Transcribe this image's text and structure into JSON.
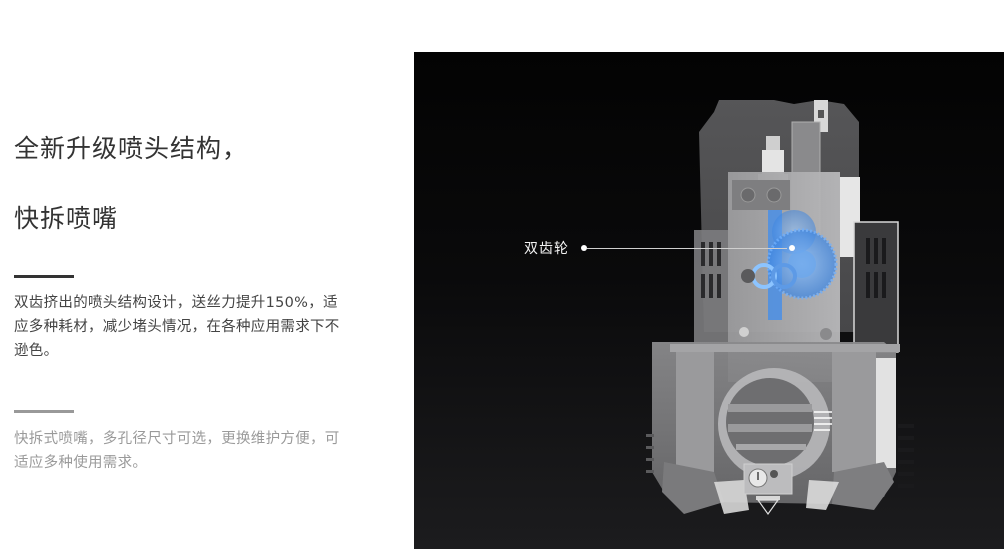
{
  "headline": {
    "line1": "全新升级喷头结构，",
    "line2": "快拆喷嘴"
  },
  "features": [
    {
      "text": "双齿挤出的喷头结构设计，送丝力提升150%，适应多种耗材，减少堵头情况，在各种应用需求下不逊色。",
      "divider_color": "#333333",
      "text_color": "#444444"
    },
    {
      "text": "快拆式喷嘴，多孔径尺寸可选，更换维护方便，可适应多种使用需求。",
      "divider_color": "#999999",
      "text_color": "#9a9a9a"
    }
  ],
  "hero": {
    "image": "3d-printer-extruder-hotend-render",
    "callout": {
      "label": "双齿轮"
    },
    "colors": {
      "background_top": "#030303",
      "background_bottom": "#1c1c1e",
      "gear_accent": "#5aa0f0"
    }
  }
}
